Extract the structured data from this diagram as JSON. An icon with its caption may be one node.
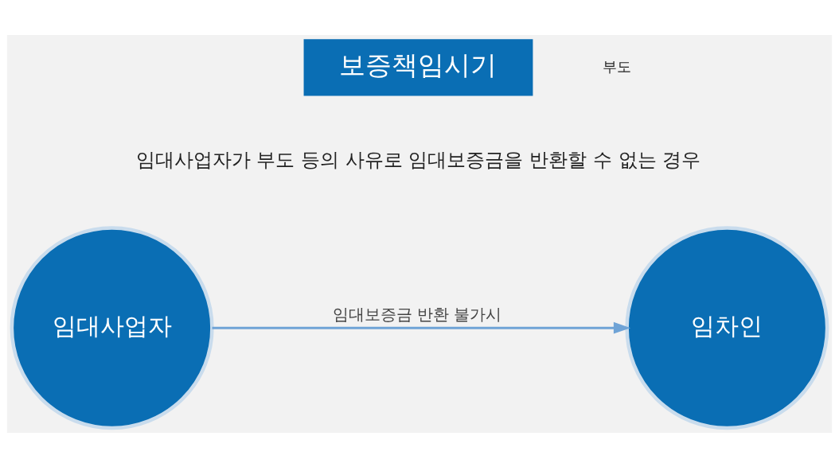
{
  "diagram": {
    "nodes": [
      {
        "text": [
          "보증책임시기"
        ]
      },
      {
        "text": [
          "임대사업자"
        ]
      },
      {
        "text": [
          "임차인"
        ]
      }
    ],
    "edges": [
      {
        "from": 1,
        "to": 2,
        "arrow": "to",
        "label": "임대보증금 반환 불가시"
      }
    ],
    "labels": [
      "임대사업자가 부도 등의 사유로 임대보증금을 반환할 수 없는 경우",
      "부도"
    ]
  }
}
